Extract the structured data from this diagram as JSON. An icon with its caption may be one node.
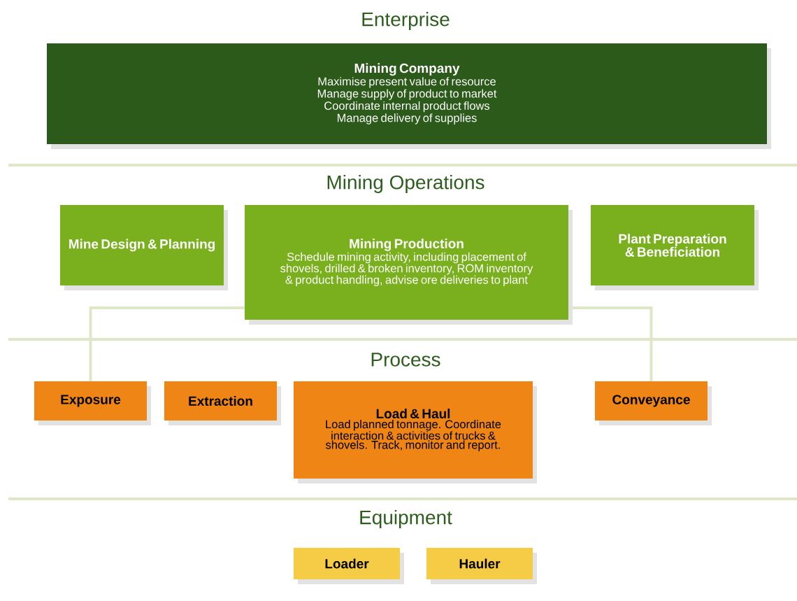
{
  "diagram": {
    "nodes": [
      {
        "text": [
          "Mining Company",
          "Maximise present value of resource",
          "Manage supply of product to market",
          "Coordinate internal product flows",
          "Manage delivery of supplies"
        ]
      },
      {
        "text": [
          "Mine Design & Planning"
        ]
      },
      {
        "text": [
          "Mining Production",
          "Schedule mining activity, including placement of shovels, drilled & broken inventory, ROM inventory & product handling, advise ore deliveries to plant"
        ]
      },
      {
        "text": [
          "Plant Preparation & Beneficiation"
        ]
      },
      {
        "text": [
          "Exposure"
        ]
      },
      {
        "text": [
          "Extraction"
        ]
      },
      {
        "text": [
          "Load & Haul",
          "Load planned tonnage. Coordinate interaction & activities of trucks & shovels. Track, monitor and report."
        ]
      },
      {
        "text": [
          "Conveyance"
        ]
      },
      {
        "text": [
          "Loader"
        ]
      },
      {
        "text": [
          "Hauler"
        ]
      }
    ],
    "edges": [
      {
        "from": 2,
        "to": 4,
        "arrow": "none"
      },
      {
        "from": 2,
        "to": 7,
        "arrow": "none"
      }
    ],
    "labels": [
      "Enterprise",
      "Mining Operations",
      "Process",
      "Equipment"
    ]
  }
}
